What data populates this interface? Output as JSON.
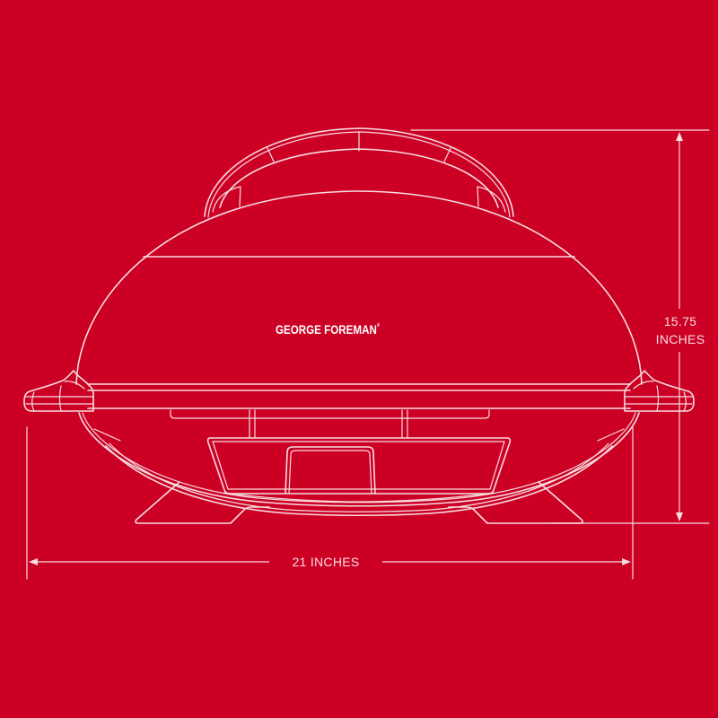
{
  "figure": {
    "subject": "George Foreman outdoor electric grill dimension diagram",
    "background_color": "#cc0025",
    "line_color": "#f7dde0",
    "brand_text_color": "#ffffff"
  },
  "product": {
    "brand_label": "GEORGE FOREMAN",
    "brand_mark": "®"
  },
  "dimensions": {
    "height": {
      "value": "15.75",
      "unit": "INCHES"
    },
    "width": {
      "label": "21 INCHES"
    }
  }
}
